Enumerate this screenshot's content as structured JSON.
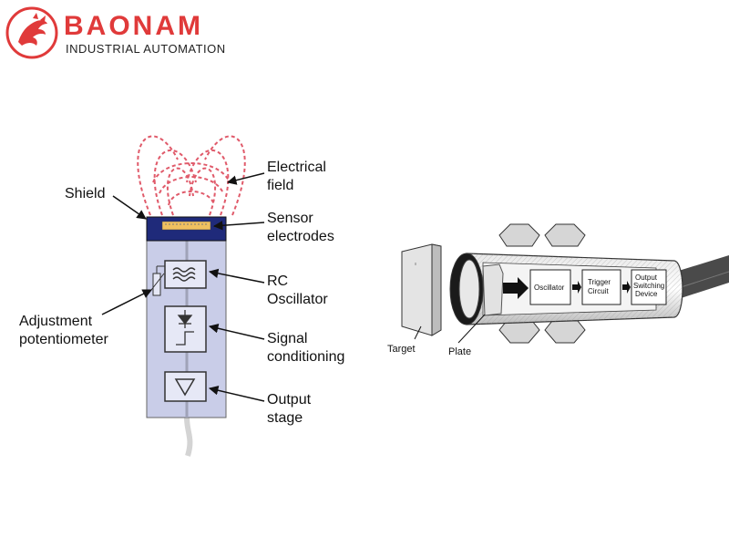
{
  "brand": {
    "name": "BAONAM",
    "subtitle": "INDUSTRIAL AUTOMATION",
    "accent_color": "#e03a3a"
  },
  "left_diagram": {
    "labels": {
      "shield": "Shield",
      "electrical_field_1": "Electrical",
      "electrical_field_2": "field",
      "sensor_electrodes_1": "Sensor",
      "sensor_electrodes_2": "electrodes",
      "rc_oscillator_1": "RC",
      "rc_oscillator_2": "Oscillator",
      "adjustment_1": "Adjustment",
      "adjustment_2": "potentiometer",
      "signal_1": "Signal",
      "signal_2": "conditioning",
      "output_1": "Output",
      "output_2": "stage"
    },
    "colors": {
      "field_lines": "#e05a6a",
      "housing": "#c9cde8",
      "shield": "#1f2a7a",
      "electrode": "#f0c060"
    }
  },
  "right_diagram": {
    "labels": {
      "target": "Target",
      "plate": "Plate",
      "oscillator": "Oscillator",
      "trigger_1": "Trigger",
      "trigger_2": "Circuit",
      "output_1": "Output",
      "output_2": "Switching",
      "output_3": "Device"
    }
  }
}
